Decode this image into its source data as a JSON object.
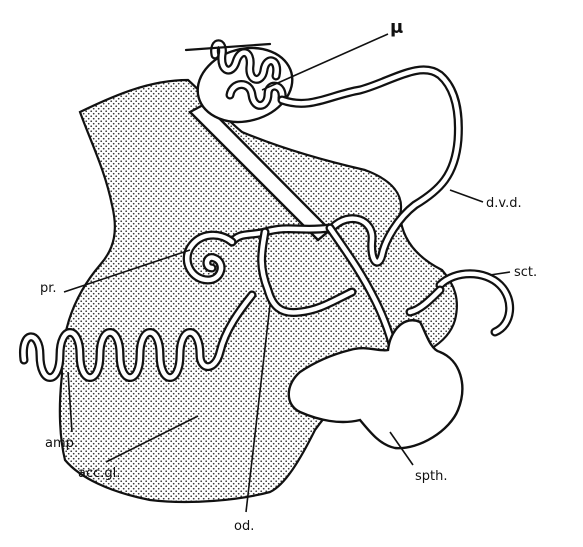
{
  "figure": {
    "labels": {
      "mu": "μ",
      "dvd": "d.v.d.",
      "pr": "pr.",
      "sct": "sct.",
      "amp": "amp.",
      "accgl": "acc.gl.",
      "spth": "spth.",
      "od": "od."
    }
  }
}
